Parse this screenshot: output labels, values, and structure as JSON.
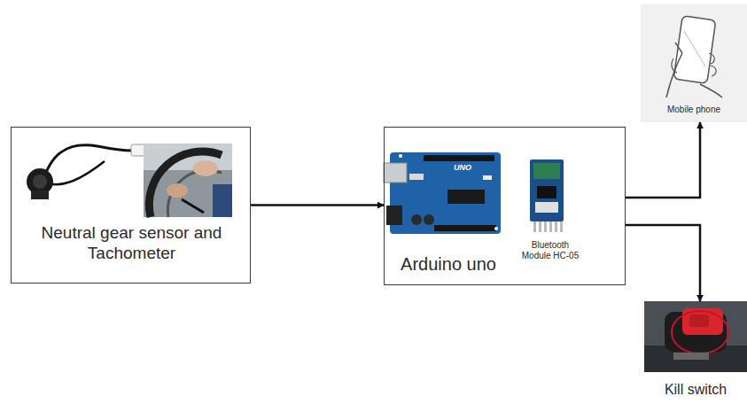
{
  "diagram": {
    "nodes": [
      {
        "text": [
          "Neutral gear sensor and Tachometer"
        ]
      },
      {
        "text": [
          "Arduino uno",
          "Bluetooth Module HC-05"
        ]
      },
      {
        "text": [
          "Mobile phone"
        ]
      },
      {
        "text": [
          "Kill switch"
        ]
      }
    ],
    "edges": [
      {
        "from": 0,
        "to": 1,
        "arrow": "to"
      },
      {
        "from": 1,
        "to": 2,
        "arrow": "to"
      },
      {
        "from": 1,
        "to": 3,
        "arrow": "to"
      }
    ],
    "labels": [
      "UNO"
    ]
  }
}
